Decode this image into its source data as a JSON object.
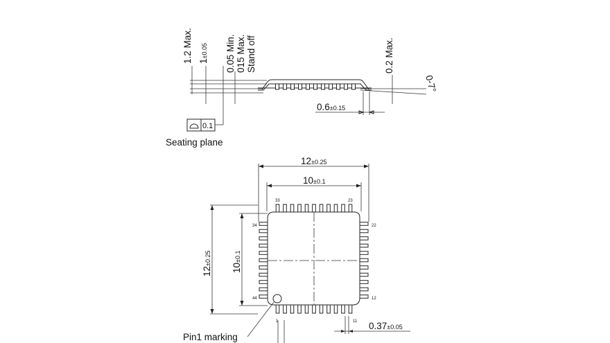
{
  "side_view": {
    "dim_height_max": "1.2 Max.",
    "dim_body_nominal": "1",
    "dim_body_tol": "±0.05",
    "dim_standoff_min": "0.05 Min.",
    "dim_standoff_max": "015 Max.",
    "dim_standoff_label": "Stand off",
    "dim_lead_height": "0.2 Max.",
    "dim_angle": "0-7°",
    "dim_foot_nominal": "0.6",
    "dim_foot_tol": "±0.15",
    "flatness_value": "0.1",
    "seating_plane_label": "Seating plane"
  },
  "top_view": {
    "overall_width_nominal": "12",
    "overall_width_tol": "±0.25",
    "body_width_nominal": "10",
    "body_width_tol": "±0.1",
    "overall_height_nominal": "12",
    "overall_height_tol": "±0.25",
    "body_height_nominal": "10",
    "body_height_tol": "±0.1",
    "pin_width_nominal": "0.37",
    "pin_width_tol": "±0.05",
    "pin1_marking_label": "Pin1 marking",
    "pin_labels": {
      "top_left": "33",
      "top_right": "23",
      "left_top": "34",
      "left_bottom": "44",
      "right_top": "22",
      "right_bottom": "12",
      "bottom_left": "1",
      "bottom_right": "11"
    }
  }
}
